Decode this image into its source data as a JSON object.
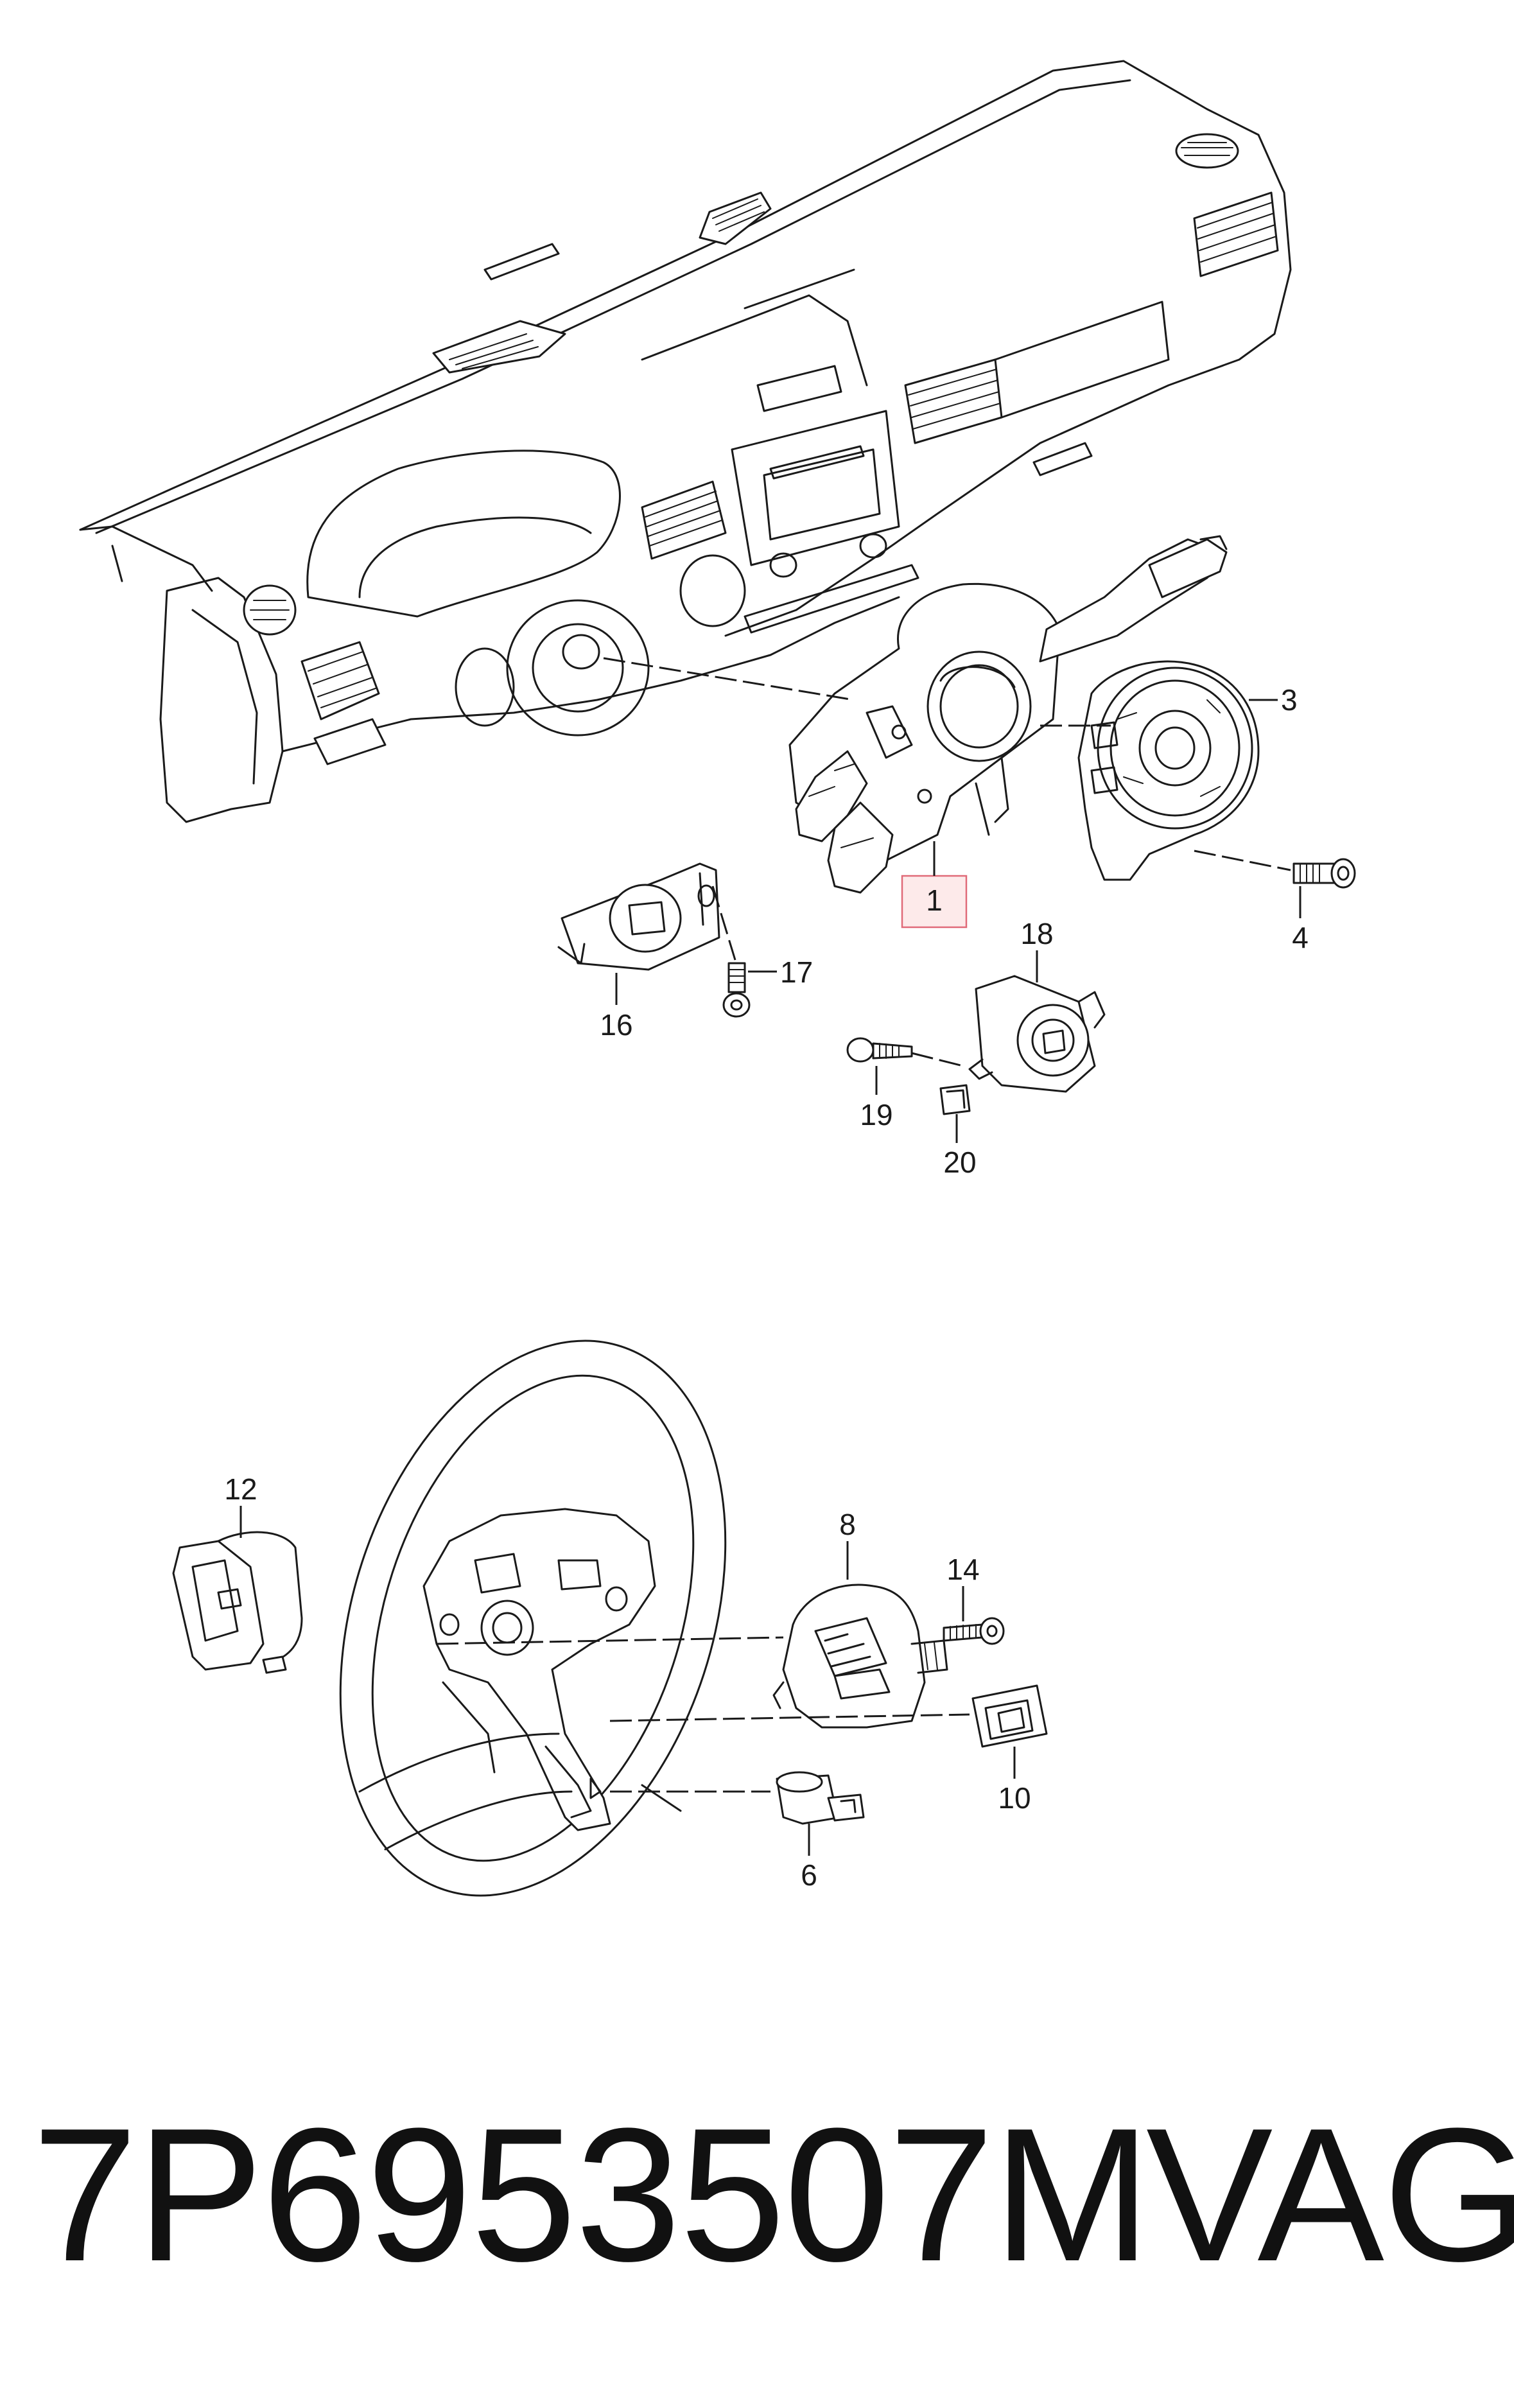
{
  "part_number": "7P6953507M",
  "brand": "VAG",
  "highlight_color": "#e06a78",
  "callouts": {
    "c1": "1",
    "c3": "3",
    "c4": "4",
    "c6": "6",
    "c8": "8",
    "c10": "10",
    "c12": "12",
    "c14": "14",
    "c16": "16",
    "c17": "17",
    "c18": "18",
    "c19": "19",
    "c20": "20"
  }
}
